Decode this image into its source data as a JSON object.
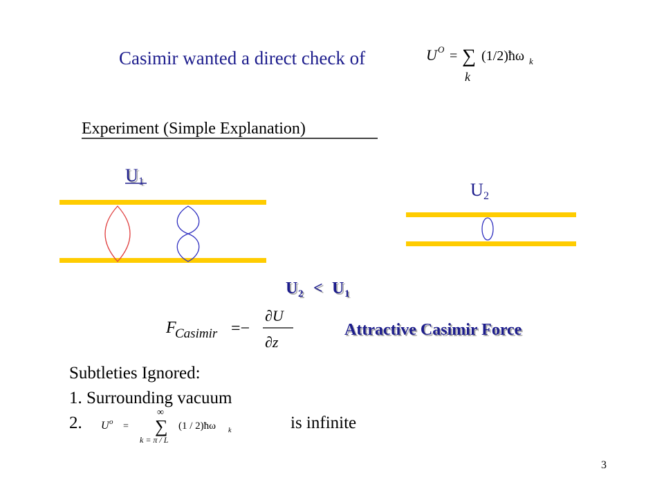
{
  "slide": {
    "headline": "Casimir wanted a direct check of",
    "headline_formula": {
      "lhs": "U",
      "lhs_sup": "O",
      "eq": "=",
      "sum": "∑",
      "sum_index": "k",
      "term": "(1/2)ħω",
      "term_sub": "k"
    },
    "experiment_heading": "Experiment (Simple Explanation)",
    "u1": {
      "letter": "U",
      "sub": "1"
    },
    "u2": {
      "letter": "U",
      "sub": "2"
    },
    "comparison": {
      "left": "U",
      "left_sub": "2",
      "op": "<",
      "right": "U",
      "right_sub": "1"
    },
    "force_formula": {
      "lhs": "F",
      "lhs_sub": "Casimir",
      "eq": "=−",
      "numerator": "∂U",
      "denominator": "∂z"
    },
    "force_label": "Attractive Casimir Force",
    "subtleties": {
      "title": "Subtleties Ignored:",
      "item1": "1. Surrounding vacuum",
      "item2_num": "2.",
      "item2_text": "is infinite"
    },
    "sum_formula": {
      "lhs": "U",
      "lhs_sup": "o",
      "eq": "=",
      "upper": "∞",
      "sum": "∑",
      "lower": "k = π / L",
      "term": "(1 / 2)ħω",
      "term_sub": "k"
    },
    "page_number": "3"
  },
  "colors": {
    "plate": "#ffcc00",
    "mode1": "#e04040",
    "mode2": "#3030c0",
    "navy_text": "#1c1c8c",
    "shadow": "#a8a8a8"
  }
}
